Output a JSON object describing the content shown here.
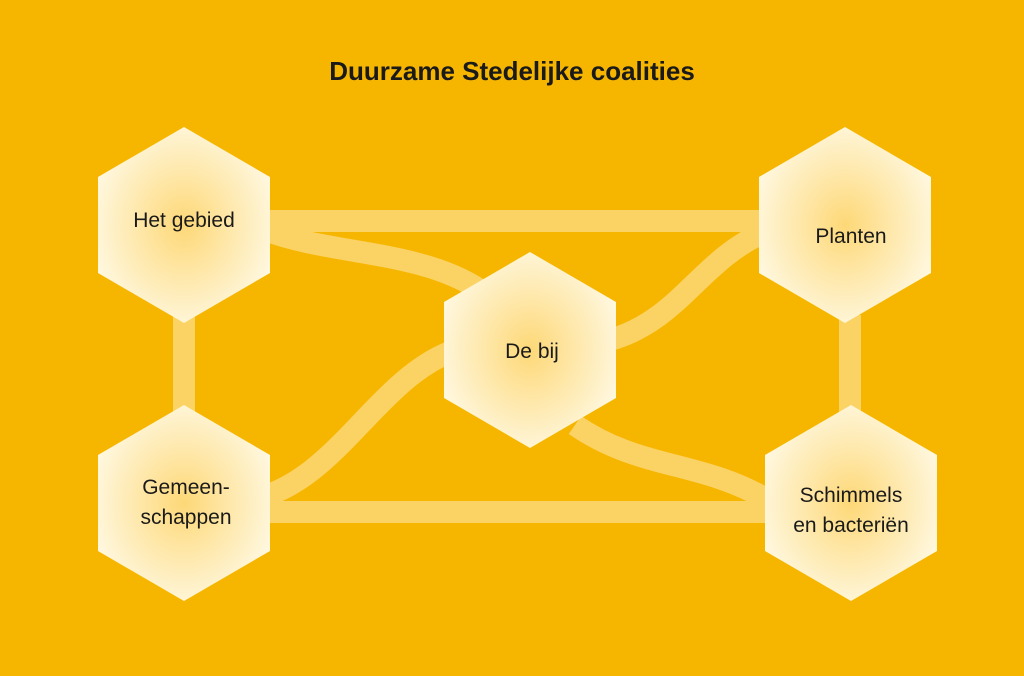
{
  "title": "Duurzame Stedelijke coalities",
  "colors": {
    "background": "#F6B600",
    "connector": "#FCD46A",
    "hex_center": "#FDDC7E",
    "hex_edge": "#FFF7DD"
  },
  "nodes": {
    "gebied": "Het gebied",
    "planten": "Planten",
    "bij": "De bij",
    "gemeenschappen_1": "Gemeen-",
    "gemeenschappen_2": "schappen",
    "schimmels_1": "Schimmels",
    "schimmels_2": "en bacteriën"
  }
}
